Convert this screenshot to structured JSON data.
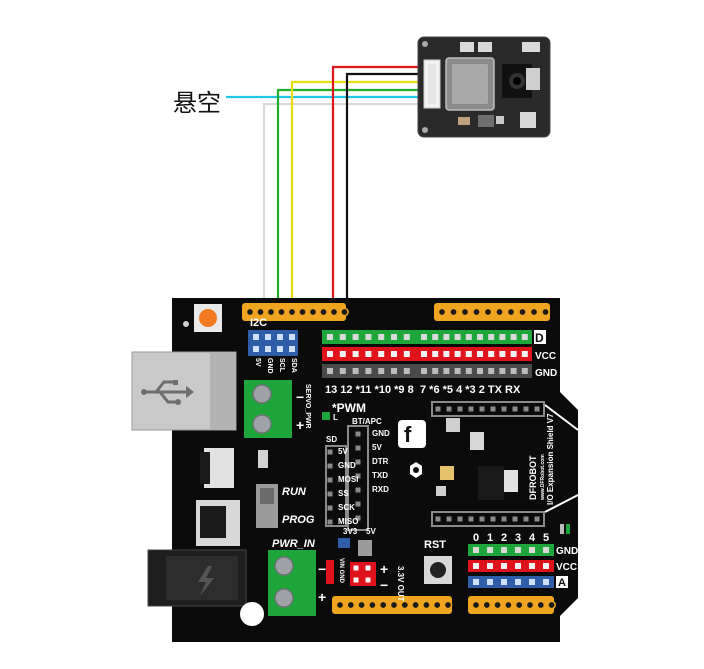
{
  "float_label": "悬空",
  "board": {
    "i2c_header": "I2C",
    "i2c_pins": [
      "5V",
      "GND",
      "SCL",
      "SDA"
    ],
    "servo_pwr": "SERVO_PWR",
    "row_labels": [
      "D",
      "VCC",
      "GND"
    ],
    "digital_numbers_left": "13 12 *11 *10 *9 8",
    "digital_numbers_right": "7 *6 *5 4 *3 2 TX RX",
    "pwm_label": "*PWM",
    "l_label": "L",
    "bt_apc": "BT/APC",
    "bt_pins_right": [
      "GND",
      "5V",
      "DTR",
      "TXD",
      "RXD"
    ],
    "sd_label": "SD",
    "sd_pins": [
      "5V",
      "GND",
      "MOSI",
      "SS",
      "SCK",
      "MISO"
    ],
    "run": "RUN",
    "prog": "PROG",
    "pwr_in": "PWR_IN",
    "vin_gnd": "VIN GND",
    "v33": "3V3",
    "v5": "5V",
    "out_33": "3.3V OUT",
    "rst": "RST",
    "analog_numbers": [
      "0",
      "1",
      "2",
      "3",
      "4",
      "5"
    ],
    "analog_rows": [
      "GND",
      "VCC",
      "A"
    ],
    "brand": "DFROBOT",
    "brand_url": "www.DFRobot.com",
    "board_name": "I/O Expansion Shield V7"
  }
}
